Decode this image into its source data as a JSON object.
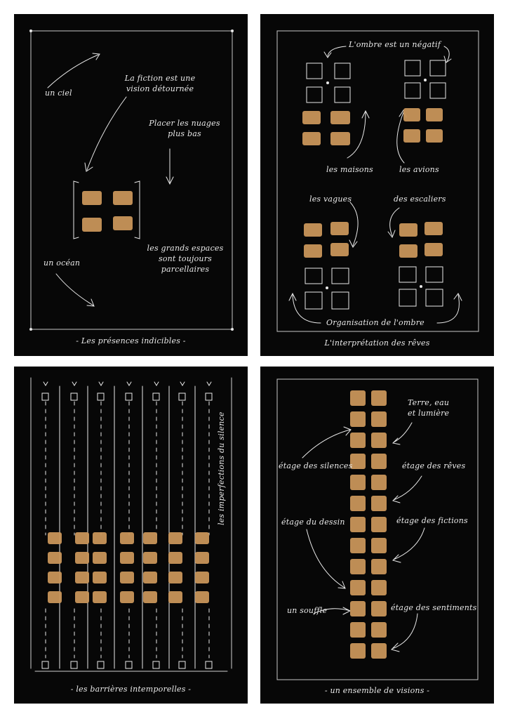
{
  "colors": {
    "board": "#070707",
    "ink": "#e9e9e9",
    "gold": "#c8955a",
    "paper": "#ffffff"
  },
  "panel1": {
    "caption": "- Les présences indicibles -",
    "notes": {
      "sky": "un ciel",
      "fiction": [
        "La fiction est une",
        "vision détournée"
      ],
      "clouds": [
        "Placer les nuages",
        "plus bas"
      ],
      "ocean": "un océan",
      "spaces": [
        "les grands espaces",
        "sont toujours",
        "parcellaires"
      ]
    }
  },
  "panel2": {
    "caption": "L'interprétation des rêves",
    "notes": {
      "shadow": "L'ombre est un négatif",
      "houses": "les maisons",
      "planes": "les avions",
      "waves": "les vagues",
      "stairs": "des escaliers",
      "organisation": "Organisation de l'ombre"
    }
  },
  "panel3": {
    "caption": "- les barrières intemporelles -",
    "side_note": "les imperfections du silence"
  },
  "panel4": {
    "caption": "- un ensemble de visions -",
    "notes": {
      "earth": [
        "Terre, eau",
        "et lumière"
      ],
      "silences": "étage des silences",
      "dreams": "étage des rêves",
      "drawing": "étage du dessin",
      "fictions": "étage des fictions",
      "breath": "un souffle",
      "feelings": "étage des sentiments"
    }
  }
}
